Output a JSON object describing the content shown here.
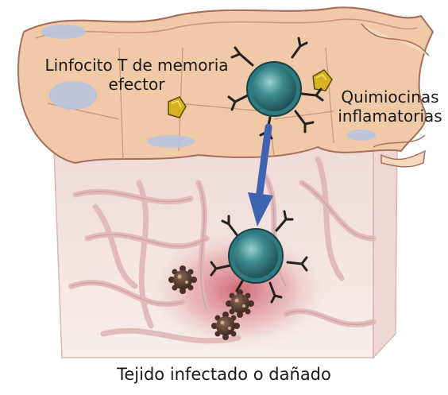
{
  "labels": {
    "memory_t_cell": "Linfocito T de memoria efector",
    "memory_t_cell_line1": "Linfocito T de memoria",
    "memory_t_cell_line2": "efector",
    "chemokines_line1": "Quimiocinas",
    "chemokines_line2": "inflamatorias",
    "tissue": "Tejido infectado o dañado"
  },
  "colors": {
    "vessel_wall": "#efc9a8",
    "vessel_outline": "#a7705a",
    "tissue_base": "#f5e8e6",
    "inflammation": "#c4404e",
    "fiber": "#e0b6b8",
    "t_cell": "#2f7a80",
    "chemokine": "#d6b21e",
    "arrow": "#3f63b0",
    "pathogen": "#4a3226"
  }
}
